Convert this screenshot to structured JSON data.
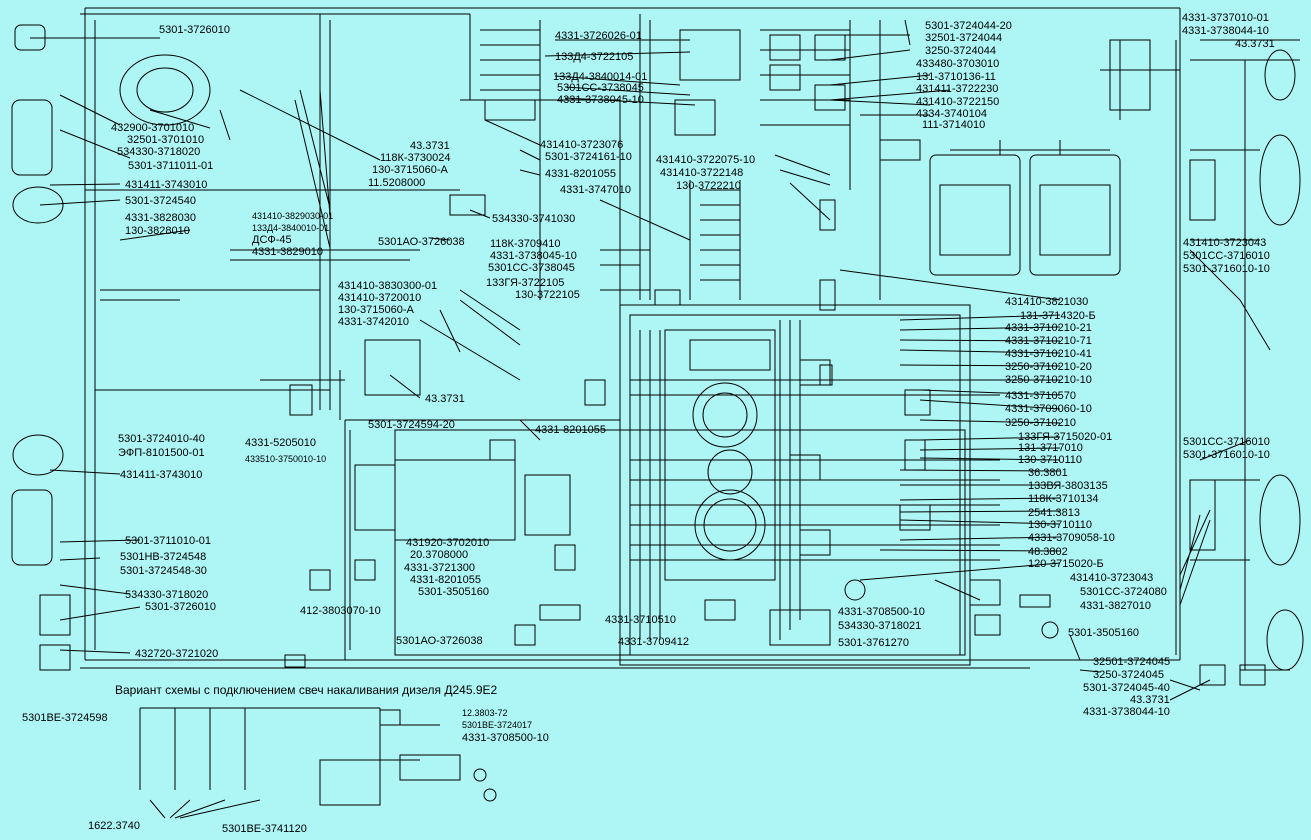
{
  "caption": "Вариант схемы   с подключением свеч накаливания дизеля Д245.9Е2",
  "labels": {
    "l001": "5301-3726010",
    "l002": "432900-3701010",
    "l003": "32501-3701010",
    "l004": "534330-3718020",
    "l005": "5301-3711011-01",
    "l006": "431411-3743010",
    "l007": "5301-3724540",
    "l008": "4331-3828030",
    "l009": "130-3828010",
    "l010": "5301-3724010-40",
    "l011": "ЭФП-8101500-01",
    "l012": "431411-3743010",
    "l013": "5301-3711010-01",
    "l014": "5301НВ-3724548",
    "l015": "5301-3724548-30",
    "l016": "534330-3718020",
    "l017": "5301-3726010",
    "l018": "432720-3721020",
    "l019": "43.3731",
    "l020": "118К-3730024",
    "l021": "130-3715060-А",
    "l022": "11.5208000",
    "l023": "431410-3829030-01",
    "l024": "133Д4-3840010-01",
    "l025": "ДСФ-45",
    "l026": "4331-3829010",
    "l027": "431410-3723076",
    "l028": "5301-3724161-10",
    "l029": "4331-8201055",
    "l030": "4331-3747010",
    "l031": "534330-3741030",
    "l032": "5301АО-3726038",
    "l033": "118К-3709410",
    "l034": "4331-3738045-10",
    "l035": "5301СС-3738045",
    "l036": "133ГЯ-3722105",
    "l037": "130-3722105",
    "l038": "431410-3830300-01",
    "l039": "431410-3720010",
    "l040": "130-3715060-А",
    "l041": "4331-3742010",
    "l042": "43.3731",
    "l043": "4331-8201055",
    "l044": "5301-3724594-20",
    "l045": "4331-5205010",
    "l046": "433510-3750010-10",
    "l047": "431920-3702010",
    "l048": "20.3708000",
    "l049": "4331-3721300",
    "l050": "4331-8201055",
    "l051": "5301-3505160",
    "l052": "412-3803070-10",
    "l053": "5301АО-3726038",
    "l054": "4331-3710510",
    "l055": "4331-3709412",
    "l056": "5301-3761270",
    "l057": "4331-3726026-01",
    "l058": "133Д4-3722105",
    "l059": "133Д4-3840014-01",
    "l060": "5301СС-3738045",
    "l061": "4331-3738045-10",
    "l062": "5301-3724044-20",
    "l063": "32501-3724044",
    "l064": "3250-3724044",
    "l065": "433480-3703010",
    "l066": "131-3710136-11",
    "l067": "431411-3722230",
    "l068": "431410-3722150",
    "l069": "4334-3740104",
    "l070": "111-3714010",
    "l071": "431410-3722075-10",
    "l072": "431410-3722148",
    "l073": "130-3722210",
    "l074": "4331-3737010-01",
    "l075": "4331-3738044-10",
    "l076": "43.3731",
    "l077": "431410-3723043",
    "l078": "5301СС-3716010",
    "l079": "5301-3716010-10",
    "l080": "431410-3821030",
    "l081": "131-3714320-Б",
    "l082": "4331-3710210-21",
    "l083": "4331-3710210-71",
    "l084": "4331-3710210-41",
    "l085": "3250-3710210-20",
    "l086": "3250-3710210-10",
    "l087": "4331-3710570",
    "l088": "4331-3709060-10",
    "l089": "3250-3710210",
    "l090": "133ГЯ-3715020-01",
    "l091": "131-3717010",
    "l092": "130-3710110",
    "l093": "36.3801",
    "l094": "133ВЯ-3803135",
    "l095": "118К-3710134",
    "l096": "2541.3813",
    "l097": "130-3710110",
    "l098": "4331-3709058-10",
    "l099": "48.3802",
    "l100": "120-3715020-Б",
    "l101": "5301СС-3716010",
    "l102": "5301-3716010-10",
    "l103": "431410-3723043",
    "l104": "5301СС-3724080",
    "l105": "4331-3827010",
    "l106": "4331-3708500-10",
    "l107": "534330-3718021",
    "l108": "5301-3505160",
    "l109": "32501-3724045",
    "l110": "3250-3724045",
    "l111": "5301-3724045-40",
    "l112": "43.3731",
    "l113": "4331-3738044-10",
    "l114": "5301ВЕ-3724598",
    "l115": "12.3803-72",
    "l116": "5301ВЕ-3724017",
    "l117": "4331-3708500-10",
    "l118": "1622.3740",
    "l119": "5301ВЕ-3741120"
  }
}
